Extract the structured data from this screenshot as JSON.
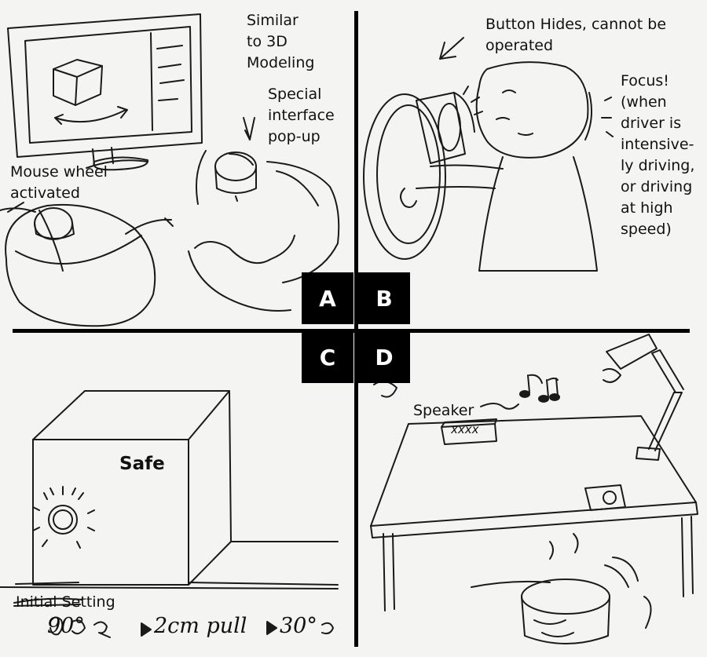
{
  "quadrant_labels": {
    "a": "A",
    "b": "B",
    "c": "C",
    "d": "D"
  },
  "panel_a": {
    "similar": "Similar\nto 3D\nModeling",
    "special": "Special\ninterface\npop-up",
    "mouse": "Mouse wheel\nactivated"
  },
  "panel_b": {
    "button_hides": "Button Hides, cannot be\noperated",
    "focus": "Focus!\n(when\ndriver is\nintensive-\nly driving,\nor driving\nat high\nspeed)"
  },
  "panel_c": {
    "safe": "Safe",
    "initial": "Initial Setting",
    "step1": "90°",
    "step2": "2cm pull",
    "step3": "30°"
  },
  "panel_d": {
    "speaker": "Speaker",
    "speaker_grille": "xxxx"
  },
  "colors": {
    "ink": "#111111",
    "paper": "#f4f4f3",
    "box": "#000000",
    "box_text": "#ffffff"
  }
}
